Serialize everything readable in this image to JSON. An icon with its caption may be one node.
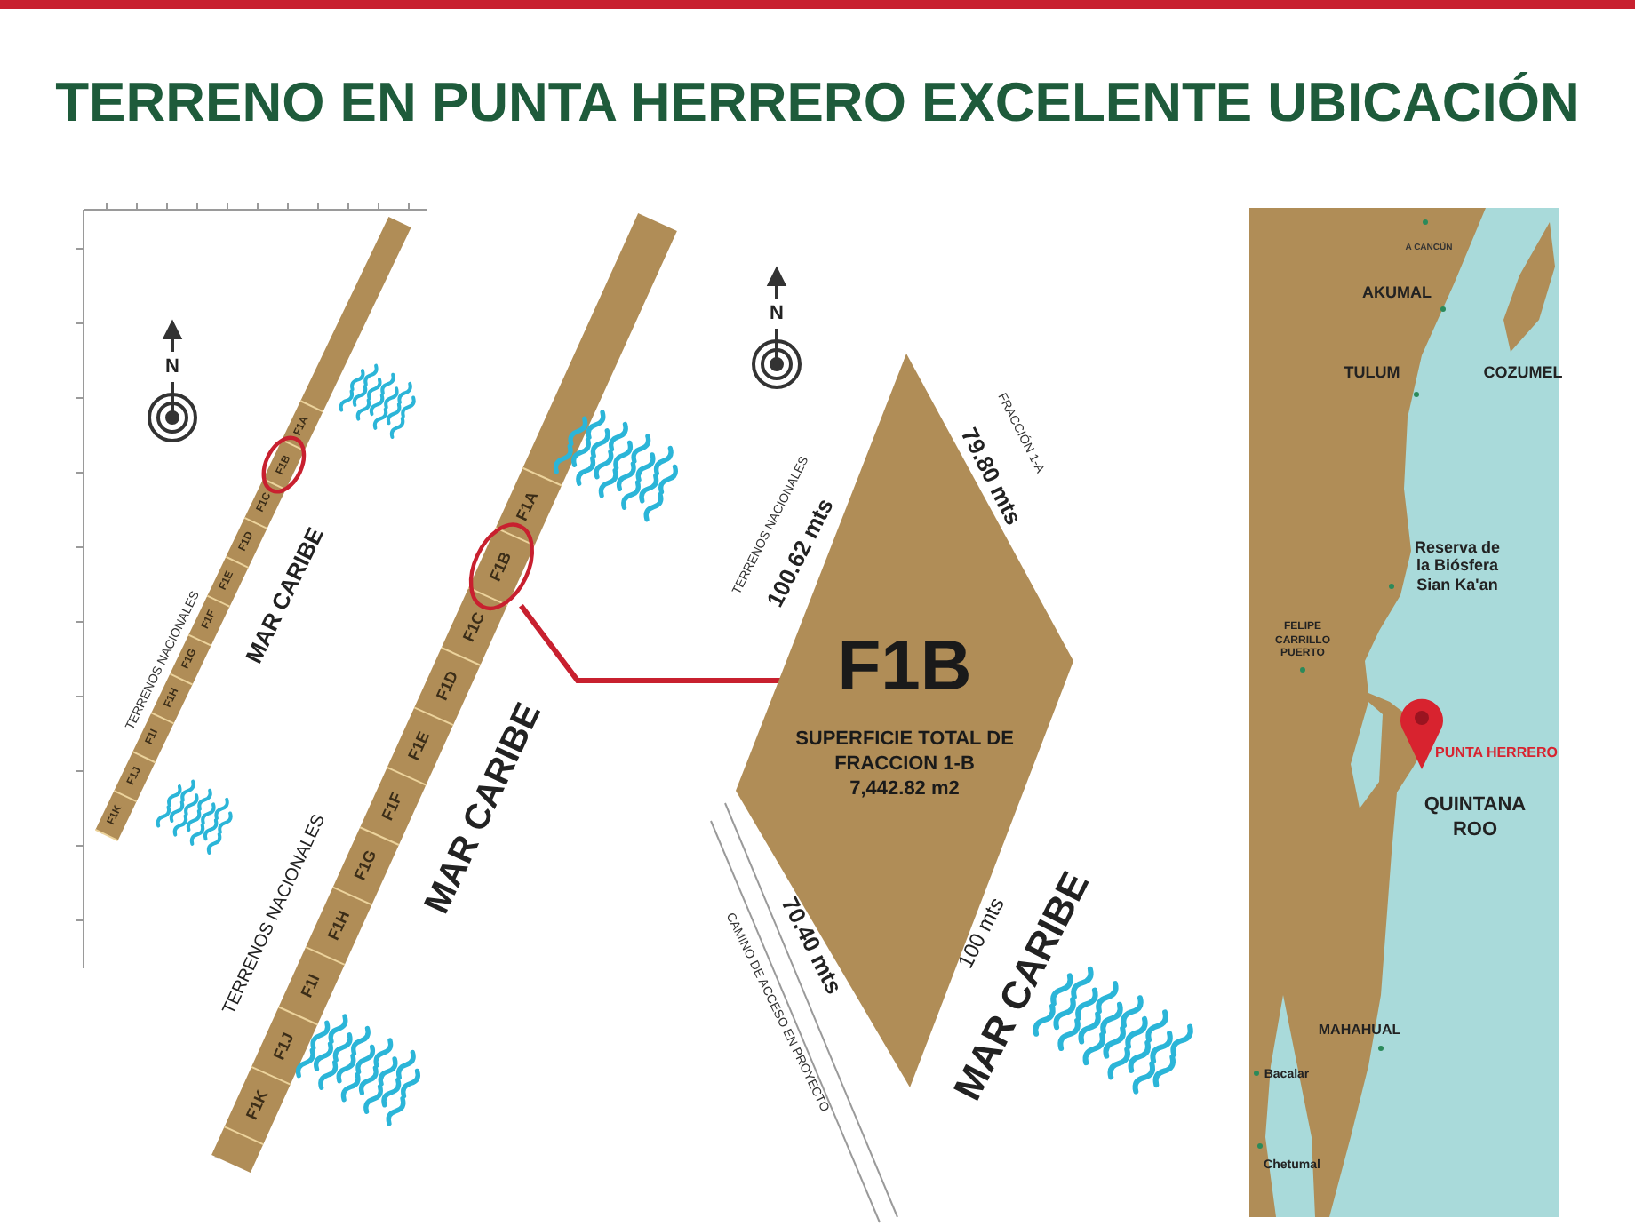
{
  "diagram": {
    "title": "TERRENO EN PUNTA HERRERO EXCELENTE UBICACIÓN",
    "nodes": [
      {
        "text": [
          "F1A"
        ]
      },
      {
        "text": [
          "F1B"
        ]
      },
      {
        "text": [
          "F1C"
        ]
      },
      {
        "text": [
          "F1D"
        ]
      },
      {
        "text": [
          "F1E"
        ]
      },
      {
        "text": [
          "F1F"
        ]
      },
      {
        "text": [
          "F1G"
        ]
      },
      {
        "text": [
          "F1H"
        ]
      },
      {
        "text": [
          "F1I"
        ]
      },
      {
        "text": [
          "F1J"
        ]
      },
      {
        "text": [
          "F1K"
        ]
      },
      {
        "text": [
          "F1A"
        ]
      },
      {
        "text": [
          "F1B"
        ]
      },
      {
        "text": [
          "F1C"
        ]
      },
      {
        "text": [
          "F1D"
        ]
      },
      {
        "text": [
          "F1E"
        ]
      },
      {
        "text": [
          "F1F"
        ]
      },
      {
        "text": [
          "F1G"
        ]
      },
      {
        "text": [
          "F1H"
        ]
      },
      {
        "text": [
          "F1I"
        ]
      },
      {
        "text": [
          "F1J"
        ]
      },
      {
        "text": [
          "F1K"
        ]
      },
      {
        "text": [
          "F1B",
          "SUPERFICIE TOTAL DE FRACCION 1-B",
          "7,442.82 m2"
        ]
      }
    ],
    "edges": [
      {
        "from": 12,
        "to": 22,
        "arrow": "none"
      }
    ],
    "labels": [
      "N",
      "TERRENOS NACIONALES",
      "MAR CARIBE",
      "TERRENOS NACIONALES",
      "MAR CARIBE",
      "N",
      "TERRENOS NACIONALES",
      "100.62 mts",
      "FRACCIÓN 1-A",
      "79.80 mts",
      "70.40 mts",
      "CAMINO DE ACCESO EN PROYECTO",
      "100 mts",
      "MAR CARIBE",
      "A CANCÚN",
      "AKUMAL",
      "TULUM",
      "COZUMEL",
      "Reserva de la Biósfera Sian Ka'an",
      "FELIPE CARRILLO PUERTO",
      "PUNTA HERRERO",
      "QUINTANA ROO",
      "MAHAHUAL",
      "Bacalar",
      "Chetumal"
    ]
  }
}
